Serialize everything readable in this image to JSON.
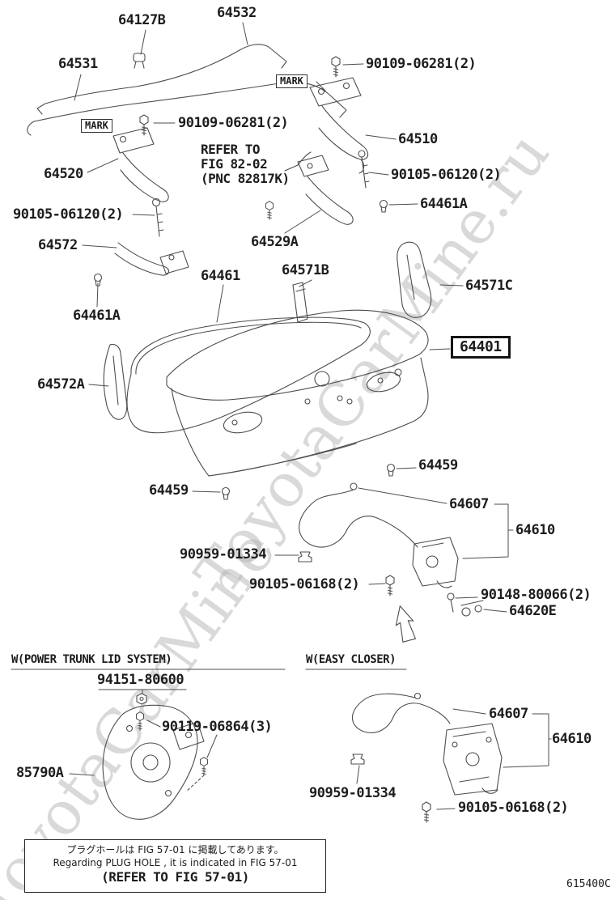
{
  "diagram": {
    "doc_code": "615400C",
    "watermark": "ToyotaCarMine.ru",
    "watermark_partial": "ToyotaCarMine",
    "mark_tag": "MARK",
    "highlighted_part": "64401",
    "sections": {
      "power_trunk": "W(POWER TRUNK LID SYSTEM)",
      "easy_closer": "W(EASY CLOSER)"
    },
    "refer_note": {
      "line1": "REFER TO",
      "line2": "FIG 82-02",
      "line3": "(PNC 82817K)"
    },
    "footnote": {
      "jp": "プラグホールは FIG 57-01 に掲載してあります。",
      "en": "Regarding PLUG HOLE , it is indicated in FIG 57-01",
      "refer": "(REFER TO FIG 57-01)"
    },
    "callouts": {
      "p64127B": "64127B",
      "p64532": "64532",
      "p64531": "64531",
      "p90109_06281_a": "90109-06281(2)",
      "p90109_06281_b": "90109-06281(2)",
      "p64510": "64510",
      "p64520": "64520",
      "p90105_06120_a": "90105-06120(2)",
      "p90105_06120_b": "90105-06120(2)",
      "p64461A_a": "64461A",
      "p64461A_b": "64461A",
      "p64572": "64572",
      "p64529A": "64529A",
      "p64571B": "64571B",
      "p64461": "64461",
      "p64571C": "64571C",
      "p64572A": "64572A",
      "p64459_a": "64459",
      "p64459_b": "64459",
      "p64607": "64607",
      "p64610": "64610",
      "p90959_01334": "90959-01334",
      "p90105_06168": "90105-06168(2)",
      "p90148_80066": "90148-80066(2)",
      "p64620E": "64620E",
      "p94151_80600": "94151-80600",
      "p90119_06864": "90119-06864(3)",
      "p85790A": "85790A",
      "p64607_b": "64607",
      "p64610_b": "64610",
      "p90959_01334_b": "90959-01334",
      "p90105_06168_b": "90105-06168(2)"
    }
  }
}
